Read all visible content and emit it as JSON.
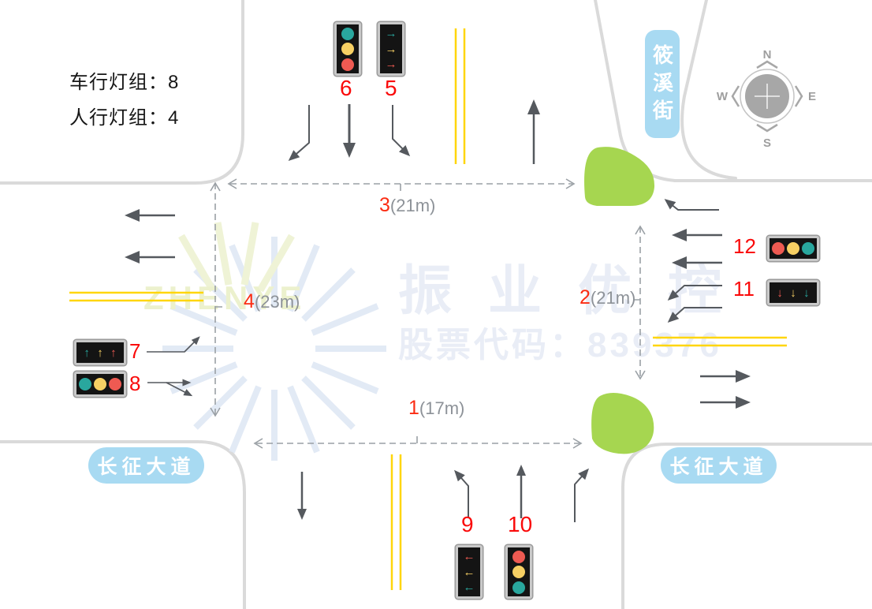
{
  "page": {
    "title_note_vehicle": "车行灯组：8",
    "title_note_pedestrian": "人行灯组：4"
  },
  "streets": {
    "north_vertical": "筱溪街",
    "west": "长征大道",
    "east": "长征大道"
  },
  "compass": {
    "north": "N",
    "south": "S",
    "east": "E",
    "west": "W"
  },
  "watermark": {
    "brand": "振业优控",
    "stock_line": "股票代码：839376",
    "logo_text": "ZHENYE"
  },
  "measurements": [
    {
      "num": "1",
      "dist": "(17m)"
    },
    {
      "num": "2",
      "dist": "(21m)"
    },
    {
      "num": "3",
      "dist": "(21m)"
    },
    {
      "num": "4",
      "dist": "(23m)"
    }
  ],
  "signals": [
    {
      "label": "5",
      "type": "vertical",
      "glyph": "arrow-right",
      "colors": [
        "teal",
        "yellow",
        "red"
      ]
    },
    {
      "label": "6",
      "type": "vertical",
      "glyph": "circle",
      "colors": [
        "teal",
        "yellow",
        "red"
      ]
    },
    {
      "label": "7",
      "type": "horizontal",
      "glyph": "arrow-up",
      "colors": [
        "teal",
        "yellow",
        "red"
      ]
    },
    {
      "label": "8",
      "type": "horizontal",
      "glyph": "circle",
      "colors": [
        "teal",
        "yellow",
        "red"
      ]
    },
    {
      "label": "9",
      "type": "vertical",
      "glyph": "arrow-left",
      "colors": [
        "red",
        "yellow",
        "teal"
      ]
    },
    {
      "label": "10",
      "type": "vertical",
      "glyph": "circle",
      "colors": [
        "red",
        "yellow",
        "teal"
      ]
    },
    {
      "label": "11",
      "type": "horizontal",
      "glyph": "arrow-down",
      "colors": [
        "red",
        "yellow",
        "teal"
      ]
    },
    {
      "label": "12",
      "type": "horizontal",
      "glyph": "circle",
      "colors": [
        "red",
        "yellow",
        "teal"
      ]
    }
  ],
  "colors": {
    "teal": "#29a79e",
    "yellow": "#f7d064",
    "red": "#ee5a52",
    "signal_number_red": "#fa0a0a",
    "measure_number_red": "#fb2c13",
    "measure_text_gray": "#8d9298",
    "street_label_blue": "#a8daf2",
    "island_green": "#a6d650",
    "road_edge_gray": "#dadada",
    "lane_divider_yellow": "#ffd60a",
    "arrow_gray": "#55595e",
    "watermark_blue": "#e9edf6",
    "compass_gray": "#a7a7a7"
  }
}
